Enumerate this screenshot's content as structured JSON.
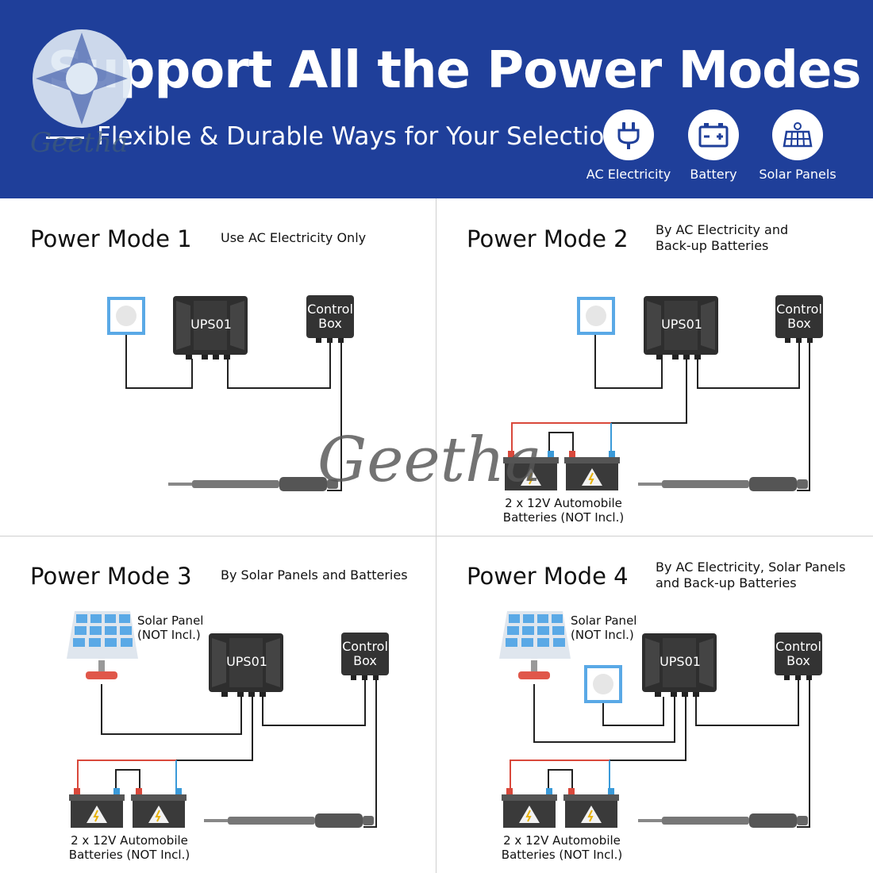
{
  "header": {
    "title": "Support All the Power Modes",
    "subtitle": "Flexible & Durable Ways for Your Selection",
    "features": [
      {
        "label": "AC Electricity",
        "icon": "plug-icon"
      },
      {
        "label": "Battery",
        "icon": "battery-icon"
      },
      {
        "label": "Solar Panels",
        "icon": "solar-panel-icon"
      }
    ],
    "colors": {
      "banner": "#1f3f9a",
      "wire_positive": "#d9483b",
      "wire_negative": "#3a9ad9",
      "device": "#2f2f2f"
    }
  },
  "watermark": "Geetha",
  "modes": [
    {
      "title": "Power Mode 1",
      "description": "Use AC Electricity Only"
    },
    {
      "title": "Power Mode 2",
      "description_line1": "By AC Electricity and",
      "description_line2": "Back-up Batteries"
    },
    {
      "title": "Power Mode 3",
      "description": "By Solar Panels and Batteries"
    },
    {
      "title": "Power Mode 4",
      "description_line1": "By AC Electricity, Solar Panels",
      "description_line2": "and Back-up Batteries"
    }
  ],
  "labels": {
    "ups": "UPS01",
    "control_line1": "Control",
    "control_line2": "Box",
    "battery_line1": "2 x 12V Automobile",
    "battery_line2": "Batteries (NOT Incl.)",
    "solar_line1": "Solar Panel",
    "solar_line2": "(NOT Incl.)"
  }
}
